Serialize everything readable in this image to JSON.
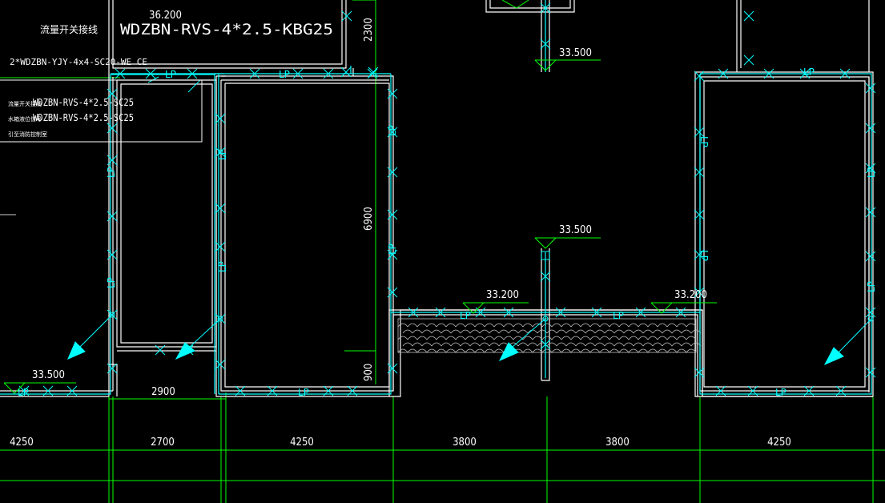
{
  "colors": {
    "background": "#000000",
    "wall": "#ffffff",
    "lightning_protection": "#00ffff",
    "axis": "#00ff00",
    "dimension_text": "#ffffff"
  },
  "labels": {
    "flow_switch_title": "流量开关接线",
    "wire_kbg": "WDZBN-RVS-4*2.5-KBG25",
    "wire_yjy": "2*WDZBN-YJY-4x4-SC20-WE CE",
    "legend_line1_prefix": "流量开关接线",
    "legend_line1_wire": "WDZBN-RVS-4*2.5-SC25",
    "legend_line2_prefix": "水箱液位信号",
    "legend_line2_wire": "WDZBN-RVS-4*2.5-SC25",
    "legend_line3": "引至消防控制室"
  },
  "elevations": {
    "top_left": "36.200",
    "center_top": "33.500",
    "center_mid": "33.500",
    "canopy_left": "33.200",
    "canopy_right": "33.200",
    "bottom_left": "33.500"
  },
  "dimensions": {
    "vertical_2300": "2300",
    "vertical_6900": "6900",
    "vertical_900": "900",
    "span_2900": "2900",
    "axis_spans": [
      "4250",
      "2700",
      "4250",
      "3800",
      "3800",
      "4250"
    ]
  },
  "lp_tag": "LP"
}
